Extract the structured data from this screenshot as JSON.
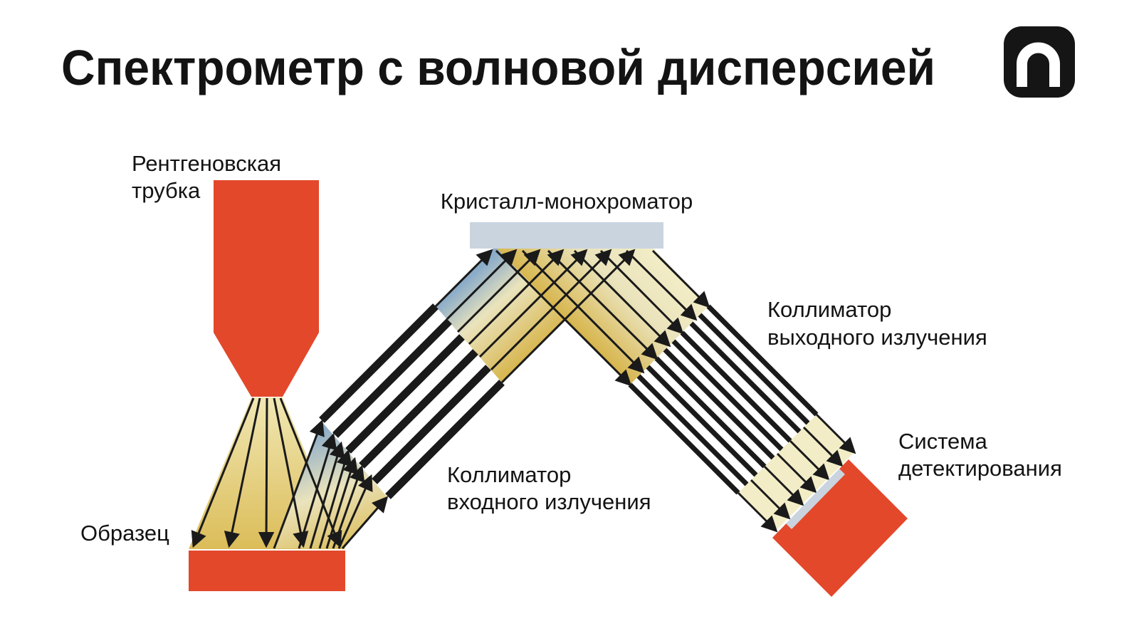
{
  "title": "Спектрометр с волновой дисперсией",
  "labels": {
    "xray_tube_line1": "Рентгеновская",
    "xray_tube_line2": "трубка",
    "crystal": "Кристалл-монохроматор",
    "input_collimator_line1": "Коллиматор",
    "input_collimator_line2": "входного излучения",
    "output_collimator_line1": "Коллиматор",
    "output_collimator_line2": "выходного излучения",
    "sample": "Образец",
    "detector_line1": "Система",
    "detector_line2": "детектирования"
  },
  "icons": {
    "logo": "n-arch-icon"
  },
  "colors": {
    "background": "#FFFFFF",
    "ink": "#1A1A1A",
    "text": "#131313",
    "red": "#E3482B",
    "crystal_gray": "#C9D4DF",
    "beam_pale": "#F2EDC6",
    "beam_cream": "#EAE3BC",
    "beam_gold": "#D7B54C",
    "beam_blue": "#8AABC9",
    "fan_light": "#F0E7B2",
    "fan_gold": "#DBBC58",
    "logo_bg": "#151515",
    "logo_fg": "#FFFFFF"
  }
}
